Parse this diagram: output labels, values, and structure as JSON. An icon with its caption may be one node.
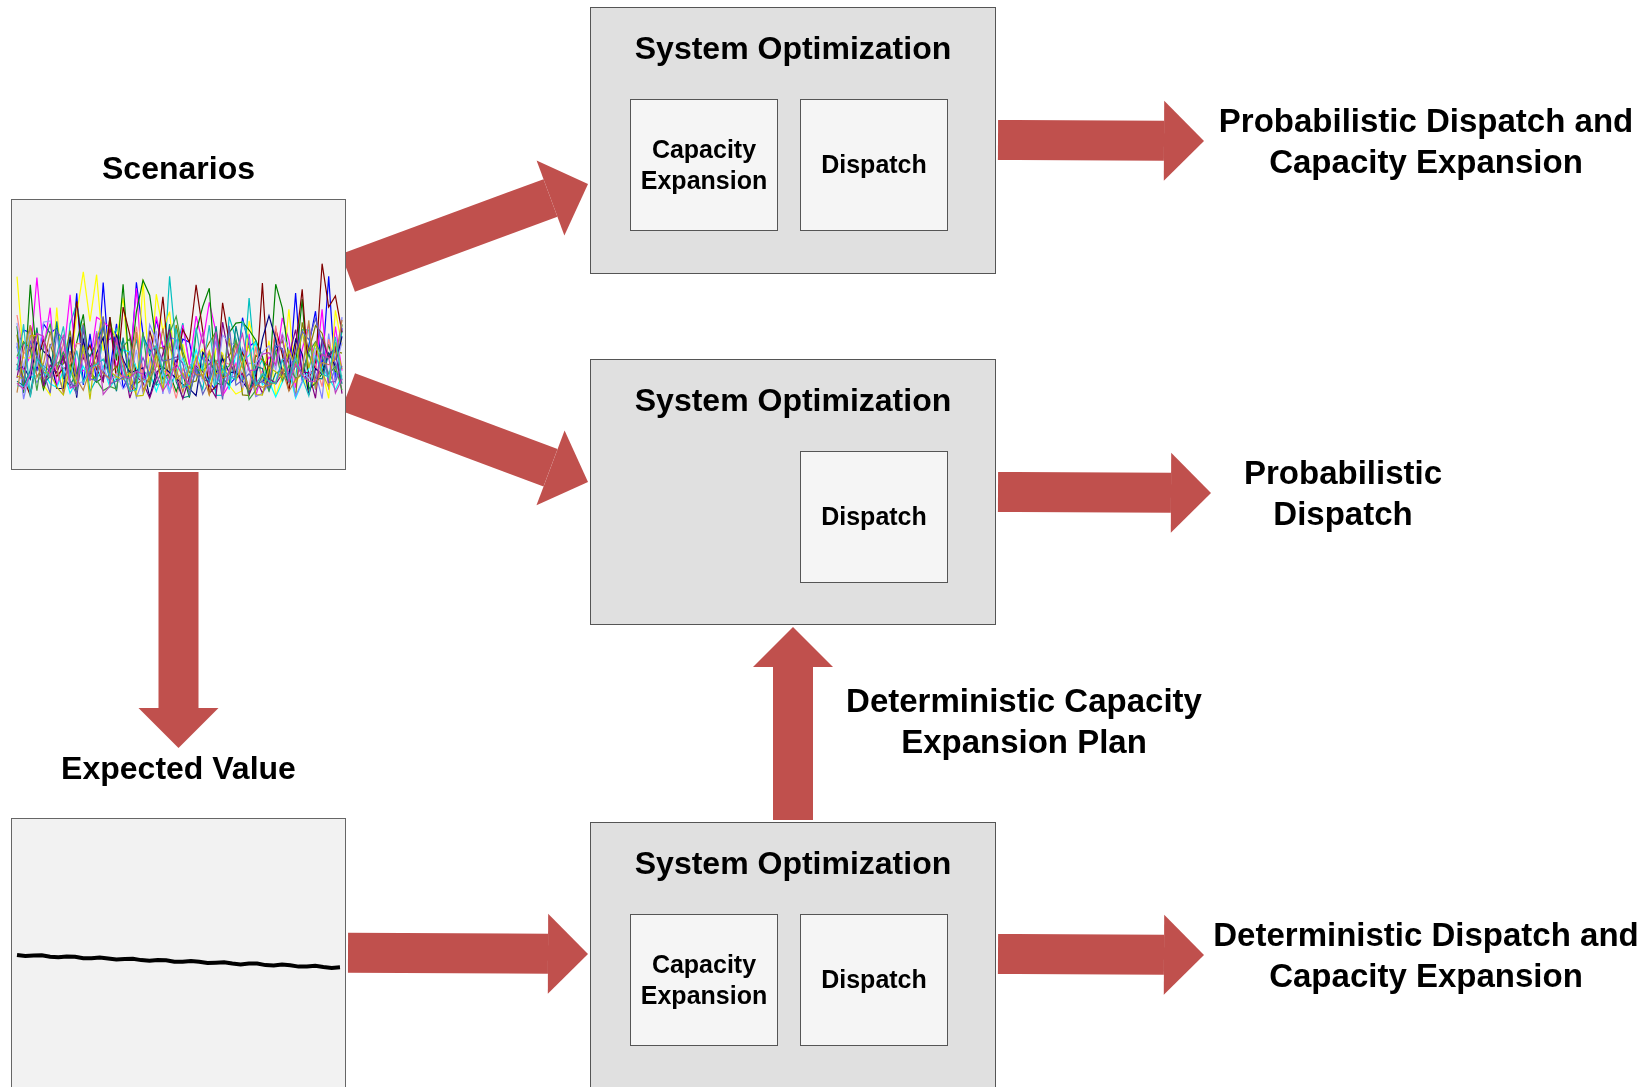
{
  "diagram": {
    "nodes": [
      {
        "text": [
          "Scenarios"
        ]
      },
      {
        "text": [
          "Expected Value"
        ]
      },
      {
        "text": [
          "System Optimization"
        ]
      },
      {
        "text": [
          "Capacity Expansion"
        ],
        "in": 2
      },
      {
        "text": [
          "Dispatch"
        ],
        "in": 2
      },
      {
        "text": [
          "Probabilistic Dispatch and Capacity Expansion"
        ]
      },
      {
        "text": [
          "System Optimization"
        ]
      },
      {
        "text": [
          "Dispatch"
        ],
        "in": 6
      },
      {
        "text": [
          "Probabilistic Dispatch"
        ]
      },
      {
        "text": [
          "System Optimization"
        ]
      },
      {
        "text": [
          "Capacity Expansion"
        ],
        "in": 9
      },
      {
        "text": [
          "Dispatch"
        ],
        "in": 9
      },
      {
        "text": [
          "Deterministic Dispatch and Capacity Expansion"
        ]
      }
    ],
    "edges": [
      {
        "from": 0,
        "to": 2,
        "arrow": "to"
      },
      {
        "from": 0,
        "to": 6,
        "arrow": "to"
      },
      {
        "from": 0,
        "to": 1,
        "arrow": "to"
      },
      {
        "from": 1,
        "to": 9,
        "arrow": "to"
      },
      {
        "from": 9,
        "to": 6,
        "label": "Deterministic Capacity Expansion Plan",
        "arrow": "to"
      },
      {
        "from": 2,
        "to": 5,
        "arrow": "to"
      },
      {
        "from": 6,
        "to": 8,
        "arrow": "to"
      },
      {
        "from": 9,
        "to": 12,
        "arrow": "to"
      }
    ]
  }
}
